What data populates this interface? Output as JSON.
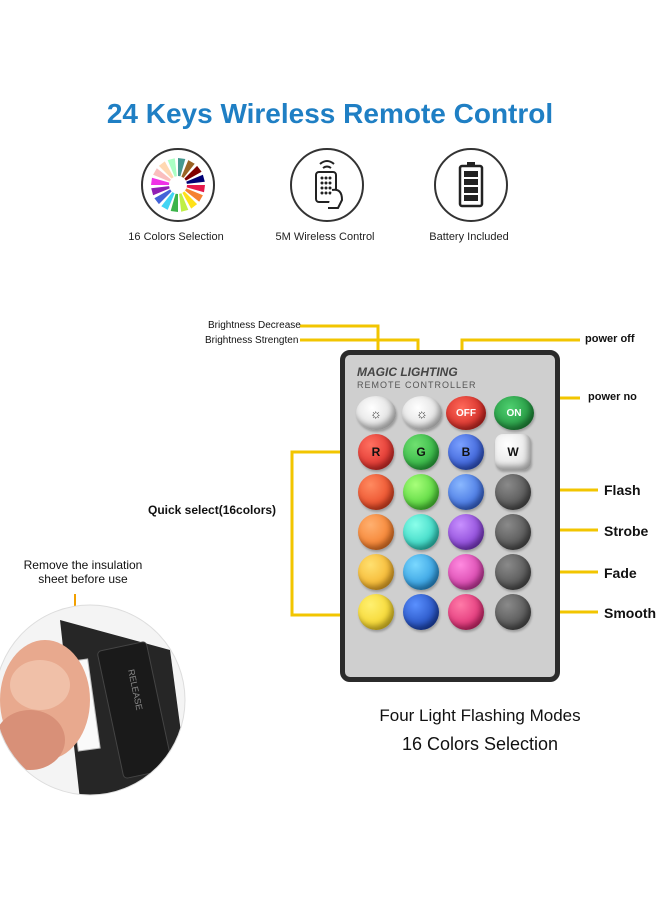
{
  "title": "24 Keys Wireless Remote Control",
  "features": [
    {
      "label": "16 Colors Selection",
      "icon": "color-wheel-icon"
    },
    {
      "label": "5M Wireless Control",
      "icon": "remote-hand-icon"
    },
    {
      "label": "Battery Included",
      "icon": "battery-icon"
    }
  ],
  "callouts": {
    "brightness_decrease": "Brightness Decrease",
    "brightness_strengten": "Brightness Strengten",
    "power_off": "power off",
    "power_on": "power no",
    "quick_select": "Quick select(16colors)",
    "flash": "Flash",
    "strobe": "Strobe",
    "fade": "Fade",
    "smooth": "Smooth",
    "insulation_line1": "Remove the insulation",
    "insulation_line2": "sheet before use",
    "release": "RELEASE"
  },
  "remote": {
    "brand": "MAGIC LIGHTING",
    "subtitle": "REMOTE CONTROLLER",
    "top_buttons": [
      "",
      "",
      "OFF",
      "ON"
    ],
    "rgbw_labels": [
      "R",
      "G",
      "B",
      "W"
    ]
  },
  "captions": {
    "line1": "Four Light Flashing Modes",
    "line2": "16 Colors Selection"
  },
  "colors": {
    "title": "#1f7fc4",
    "callout_line": "#f2c500",
    "power_off": "#e02020",
    "power_on": "#1a9a3a"
  }
}
